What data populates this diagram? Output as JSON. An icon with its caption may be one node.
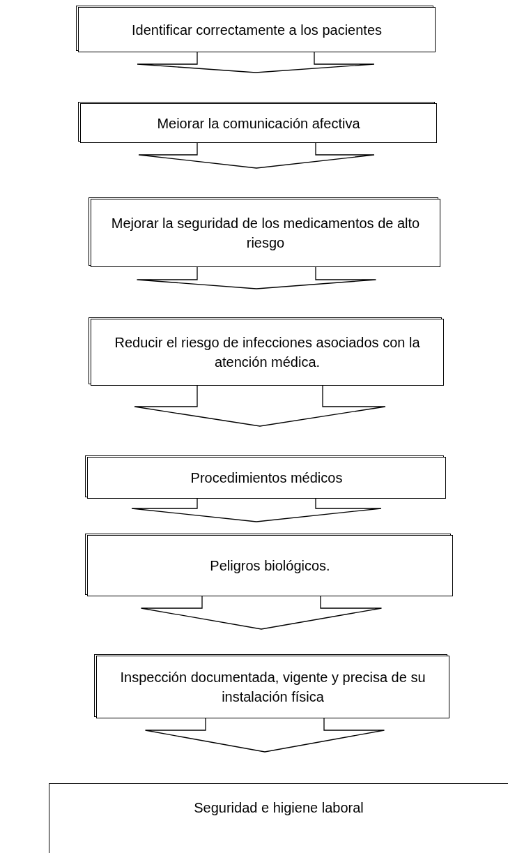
{
  "diagram": {
    "nodes": [
      {
        "text": [
          "Identificar correctamente a los pacientes"
        ]
      },
      {
        "text": [
          "Meiorar la comunicación afectiva"
        ]
      },
      {
        "text": [
          "Mejorar la seguridad de los medicamentos de alto riesgo"
        ]
      },
      {
        "text": [
          "Reducir el riesgo de infecciones asociados con la atención médica."
        ]
      },
      {
        "text": [
          "Procedimientos médicos"
        ]
      },
      {
        "text": [
          "Peligros biológicos."
        ]
      },
      {
        "text": [
          "Inspección documentada, vigente y precisa de su instalación física"
        ]
      },
      {
        "text": [
          "Seguridad e higiene laboral"
        ]
      }
    ],
    "edges": [
      {
        "from": 0,
        "to": 1,
        "arrow": "to"
      },
      {
        "from": 1,
        "to": 2,
        "arrow": "to"
      },
      {
        "from": 2,
        "to": 3,
        "arrow": "to"
      },
      {
        "from": 3,
        "to": 4,
        "arrow": "to"
      },
      {
        "from": 4,
        "to": 5,
        "arrow": "to"
      },
      {
        "from": 5,
        "to": 6,
        "arrow": "to"
      },
      {
        "from": 6,
        "to": 7,
        "arrow": "to"
      }
    ]
  }
}
